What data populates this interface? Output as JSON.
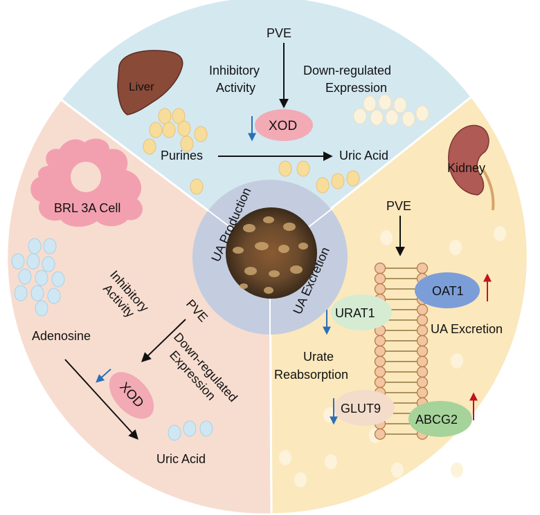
{
  "center": {
    "production_label": "UA Production",
    "excretion_label": "UA Excretion"
  },
  "top": {
    "pve": "PVE",
    "liver": "Liver",
    "inhibitory_line1": "Inhibitory",
    "inhibitory_line2": "Activity",
    "downreg_line1": "Down-regulated",
    "downreg_line2": "Expression",
    "xod": "XOD",
    "purines": "Purines",
    "uric_acid": "Uric Acid"
  },
  "left": {
    "cell": "BRL 3A Cell",
    "inhibitory_line1": "Inhibitory",
    "inhibitory_line2": "Activity",
    "pve": "PVE",
    "adenosine": "Adenosine",
    "downreg_line1": "Down-regulated",
    "downreg_line2": "Expression",
    "xod": "XOD",
    "uric_acid": "Uric Acid"
  },
  "right": {
    "kidney": "Kidney",
    "pve": "PVE",
    "oat1": "OAT1",
    "urat1": "URAT1",
    "ua_excretion": "UA Excretion",
    "urate_line1": "Urate",
    "urate_line2": "Reabsorption",
    "glut9": "GLUT9",
    "abcg2": "ABCG2"
  },
  "colors": {
    "top_sector": "#d4e8f0",
    "left_sector": "#f7ddd0",
    "right_sector": "#fbe8bd",
    "xod_ellipse": "#f2aab5",
    "oat1": "#7c9ed8",
    "urat1": "#d5ecd3",
    "glut9": "#f4dccb",
    "abcg2": "#a6d39a",
    "down_arrow": "#2a6fb8",
    "up_arrow": "#c0141b"
  }
}
